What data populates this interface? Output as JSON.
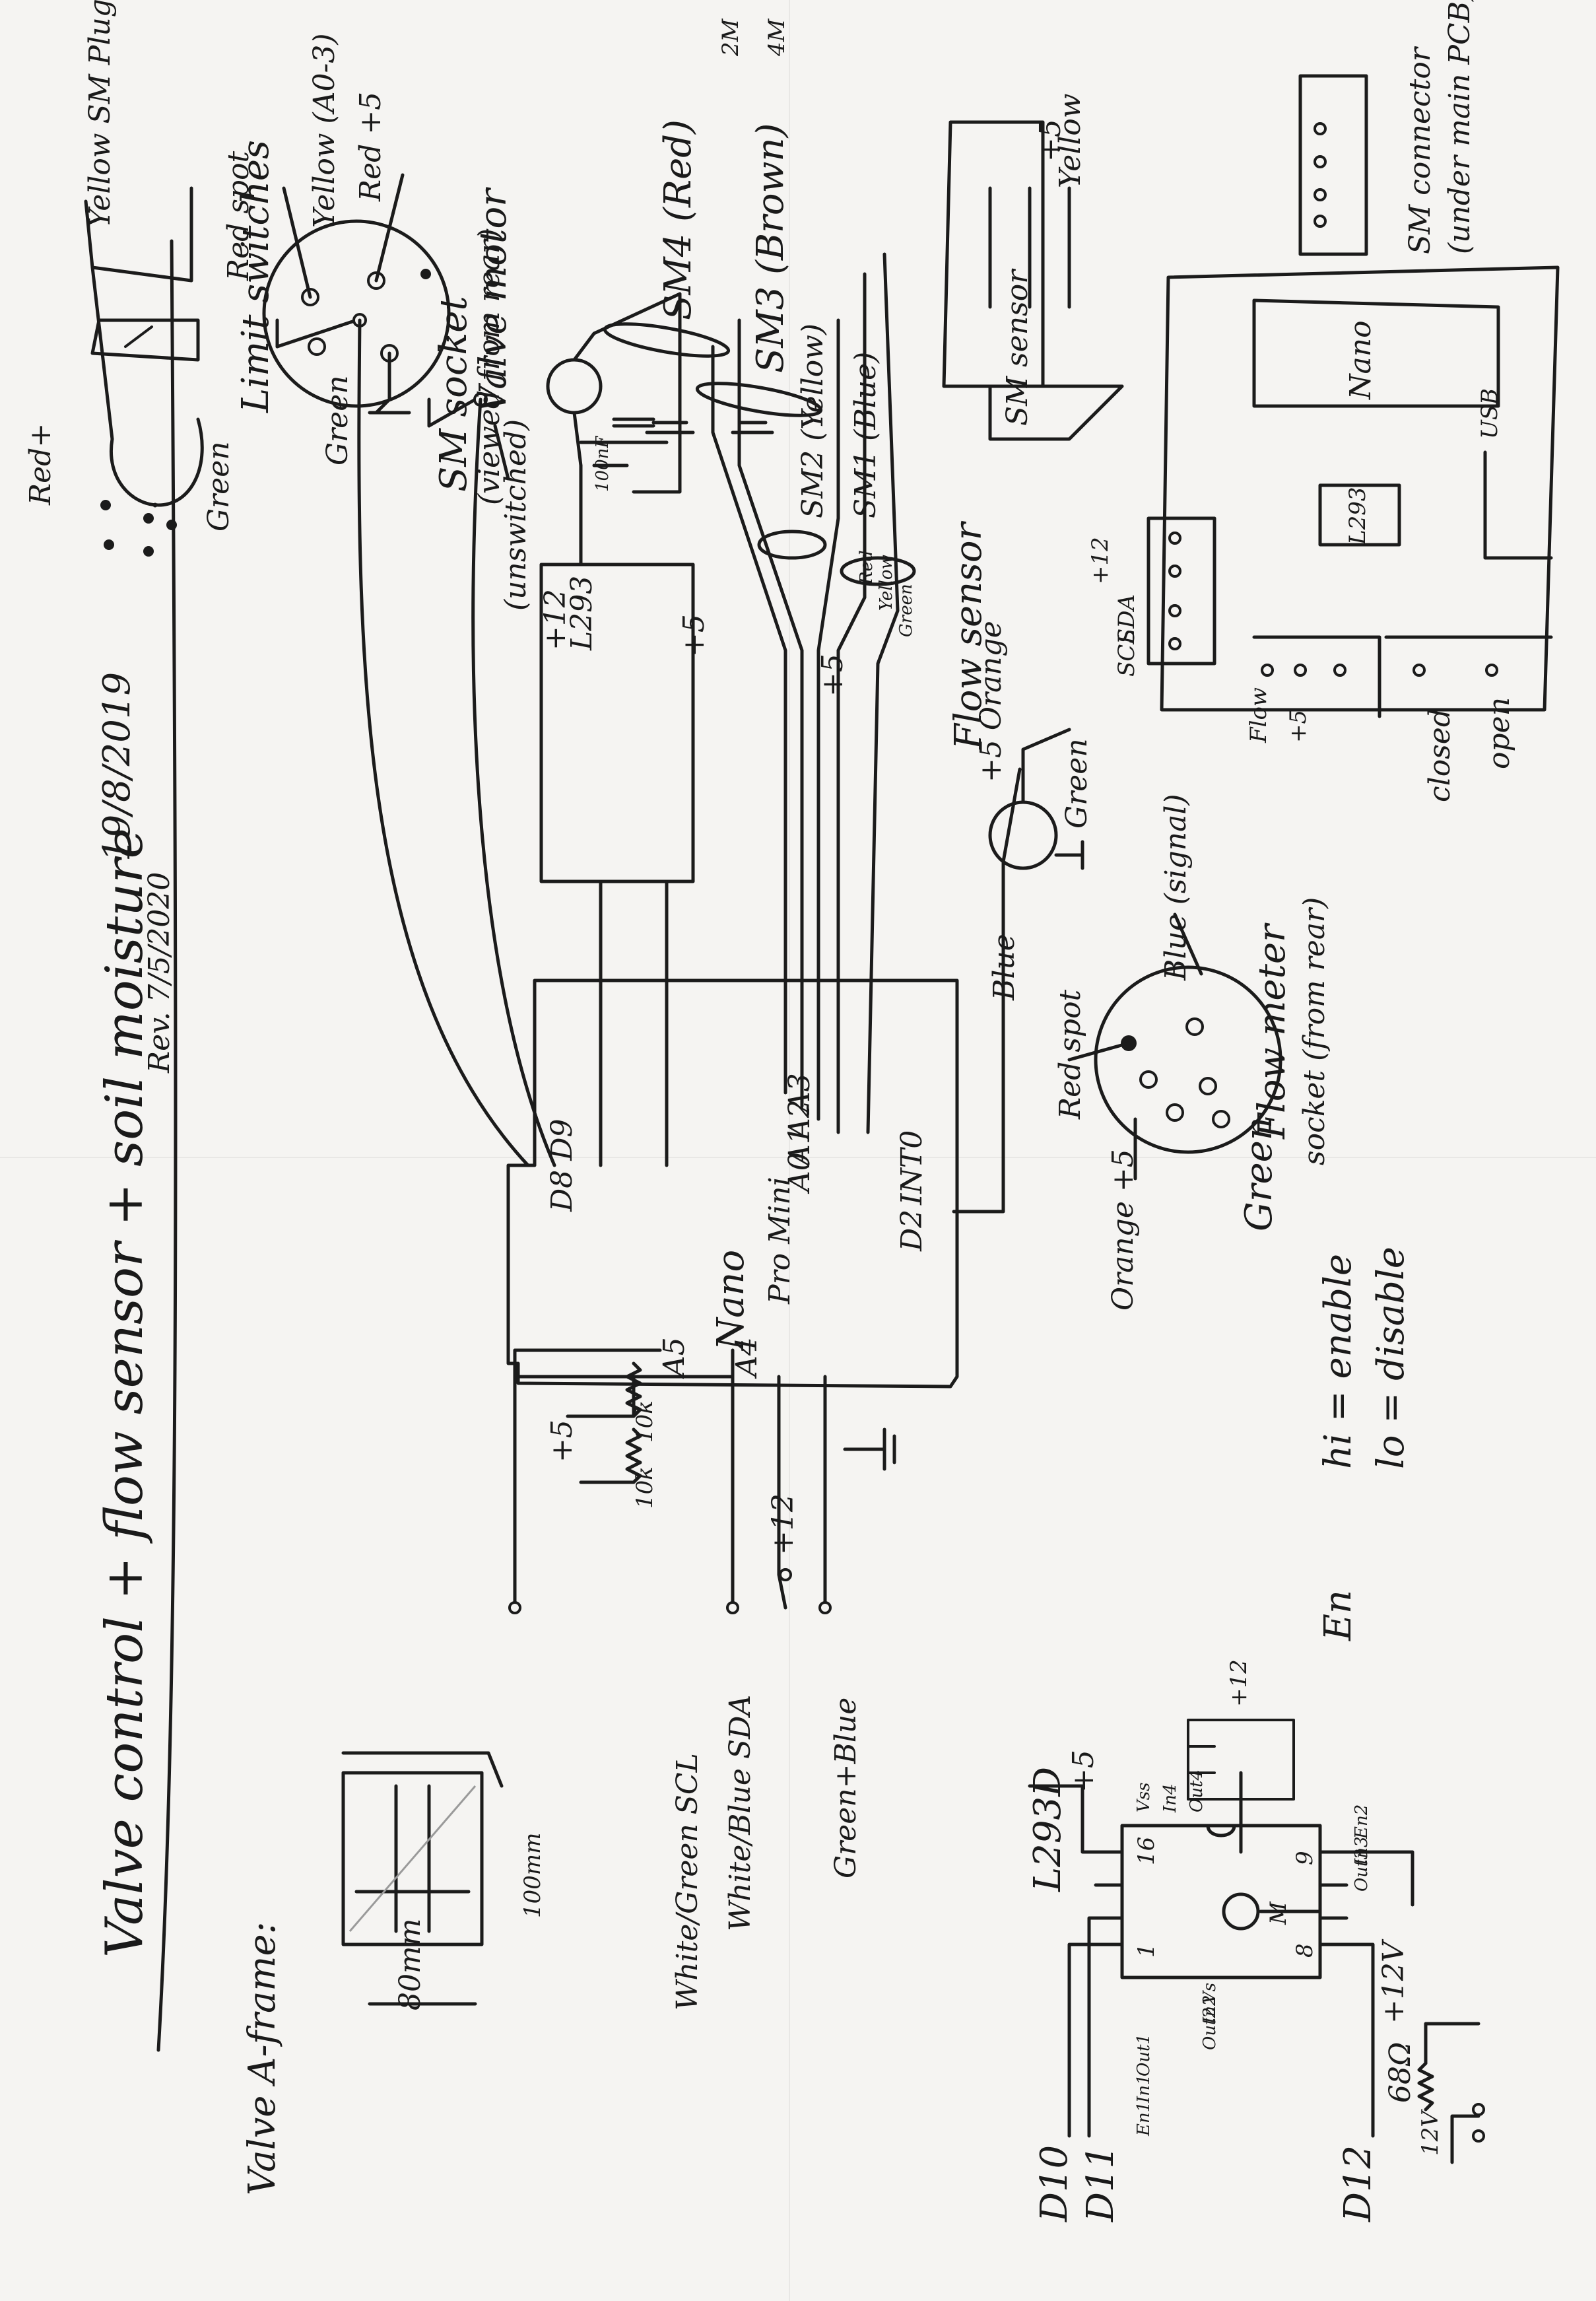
{
  "title": "Valve control + flow sensor + soil moisture",
  "date": "19/8/2019",
  "revision": "Rev. 7/5/2020",
  "limit_switches": "Limit switches",
  "unswitched": "(unswitched)",
  "plus12": "+12",
  "plus5": "+5",
  "valve_motor": "Valve motor",
  "cap_100nf": "100nF",
  "driver_chip": "L293",
  "processor": {
    "name": "Nano",
    "alt": "Pro Mini",
    "pins": {
      "d8d9": "D8 D9",
      "a3": "A3",
      "a2": "A2",
      "a1": "A1",
      "a0": "A0",
      "int0": "INT0",
      "d2": "D2",
      "a5": "A5",
      "a4": "A4"
    }
  },
  "resistor_10k": "10k",
  "wires": {
    "scl": "White/Green SCL",
    "sda": "White/Blue SDA",
    "ground": "Green+Blue"
  },
  "soil_sensors": {
    "sm4": "SM4 (Red)",
    "sm4_len": "2M",
    "sm3": "SM3 (Brown)",
    "sm3_len": "4M",
    "sm2": "SM2 (Yellow)",
    "sm1": "SM1 (Blue)",
    "colors": [
      "Red",
      "Yellow",
      "Green"
    ]
  },
  "flow_sensor": {
    "title": "Flow sensor",
    "plus5": "+5 Orange",
    "green": "Green",
    "blue": "Blue"
  },
  "sm_plug": {
    "title": "Yellow SM Plug",
    "red": "Red+",
    "green": "Green"
  },
  "sm_socket": {
    "title": "SM socket",
    "note": "(viewed from rear)",
    "red_spot": "Red spot",
    "yellow": "Yellow (A0-3)",
    "red": "Red +5",
    "green": "Green"
  },
  "sm_sensor": {
    "title": "SM sensor",
    "plus5": "+5",
    "yellow": "Yellow"
  },
  "sm_connector": {
    "title": "SM connector",
    "note": "(under main PCB)"
  },
  "pcb": {
    "nano": "Nano",
    "usb": "USB",
    "l293": "L293",
    "plus12": "+12",
    "sda": "SDA",
    "scl": "SCL",
    "flow": "Flow",
    "plus5": "+5",
    "closed": "closed",
    "open": "open"
  },
  "flow_meter": {
    "red_spot": "Red spot",
    "blue": "Blue (signal)",
    "title": "Flow meter",
    "note": "socket (from rear)",
    "orange": "Orange +5",
    "green": "Green"
  },
  "enable": {
    "en": "En",
    "hi": "hi = enable",
    "lo": "lo = disable"
  },
  "l293d": {
    "title": "L293D",
    "pin1": "1",
    "pin8": "8",
    "pin9": "9",
    "pin16": "16",
    "left_pins": [
      "En1",
      "In1",
      "Out1",
      "Out2",
      "In2",
      "Vs"
    ],
    "right_pins": [
      "Vss",
      "In4",
      "Out4",
      "Out3",
      "In3",
      "En2"
    ],
    "d10": "D10",
    "d11": "D11",
    "d12": "D12",
    "plus5": "+5",
    "plus12": "+12",
    "res": "68Ω",
    "v12": "+12V",
    "v12b": "12V",
    "m": "M"
  },
  "valve_frame": {
    "title": "Valve A-frame:",
    "w": "80mm",
    "h": "100mm"
  }
}
